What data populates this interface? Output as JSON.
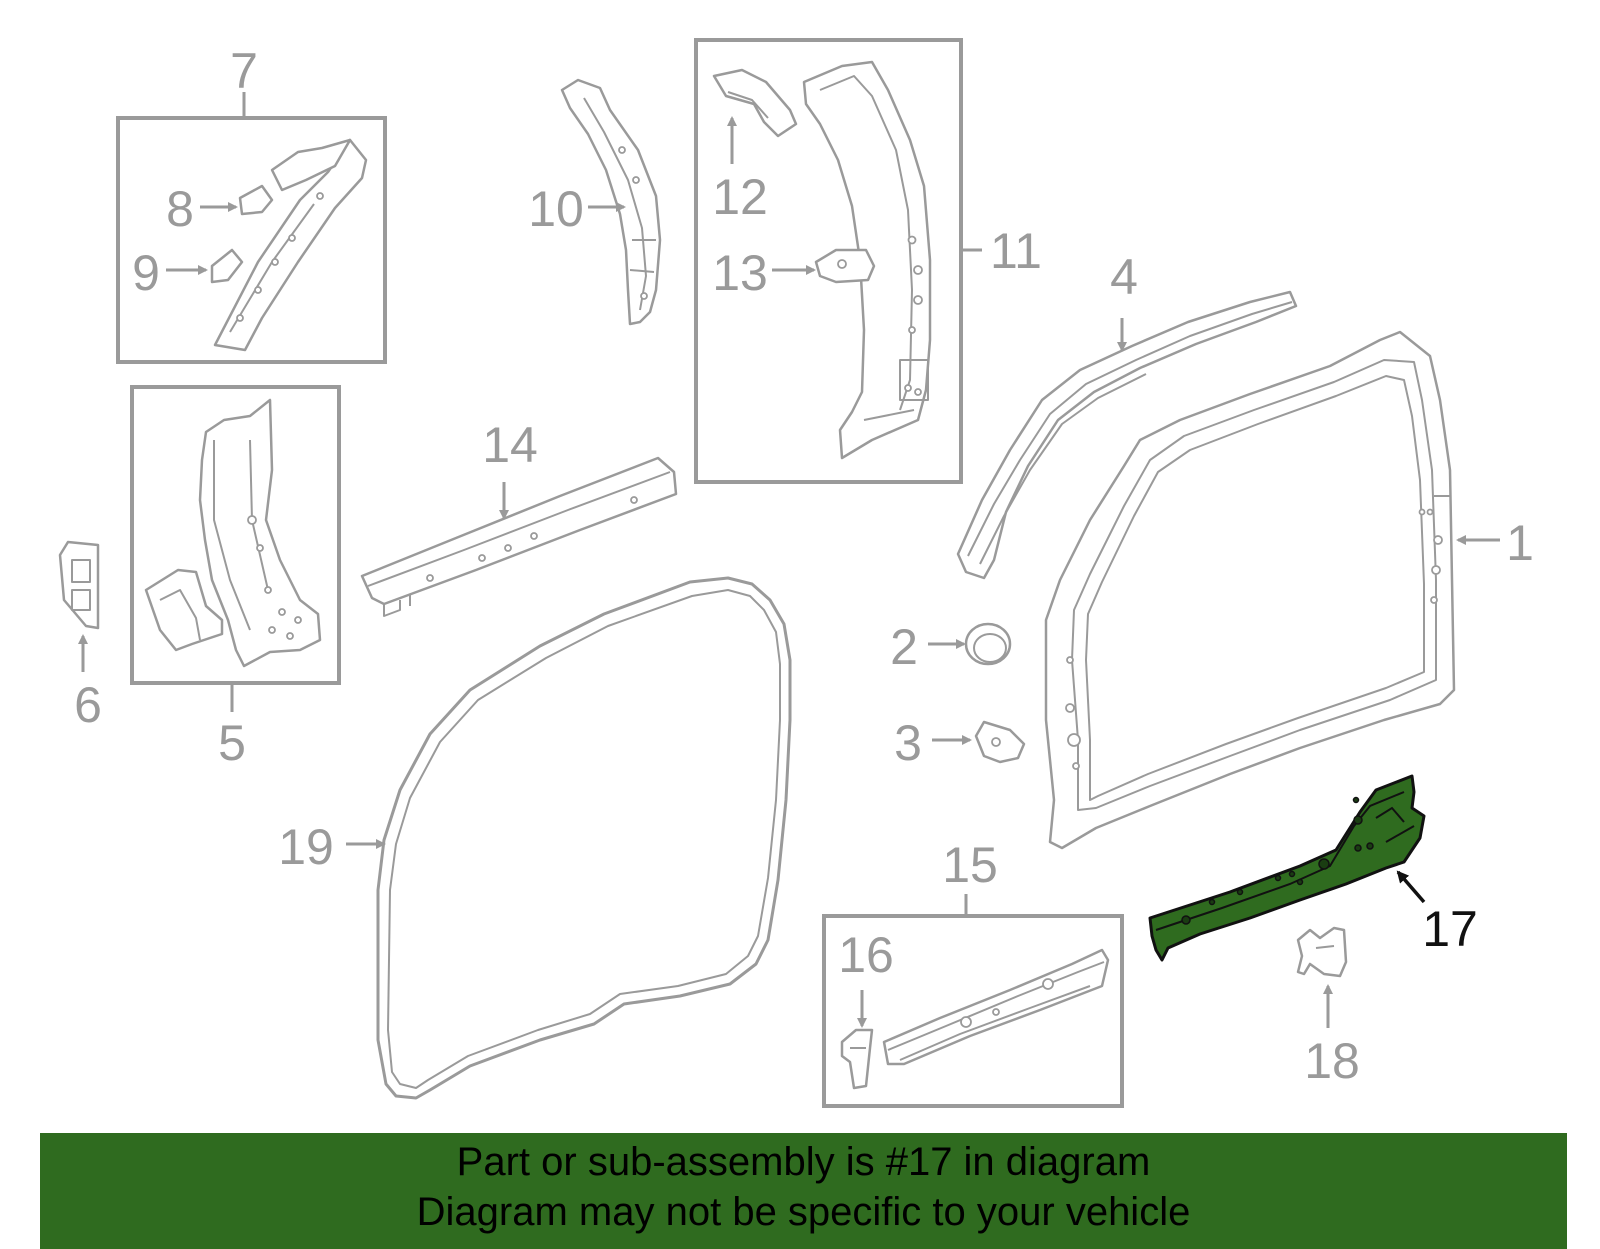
{
  "callouts": {
    "c1": "1",
    "c2": "2",
    "c3": "3",
    "c4": "4",
    "c5": "5",
    "c6": "6",
    "c7": "7",
    "c8": "8",
    "c9": "9",
    "c10": "10",
    "c11": "11",
    "c12": "12",
    "c13": "13",
    "c14": "14",
    "c15": "15",
    "c16": "16",
    "c17": "17",
    "c18": "18",
    "c19": "19"
  },
  "highlighted_part": "17",
  "colors": {
    "highlight": "#2f6b1f",
    "line_art": "#9a9a9a",
    "banner": "#2f6b1f"
  },
  "banner": {
    "line1": "Part or sub-assembly is #17 in diagram",
    "line2": "Diagram may not be specific to your vehicle"
  }
}
